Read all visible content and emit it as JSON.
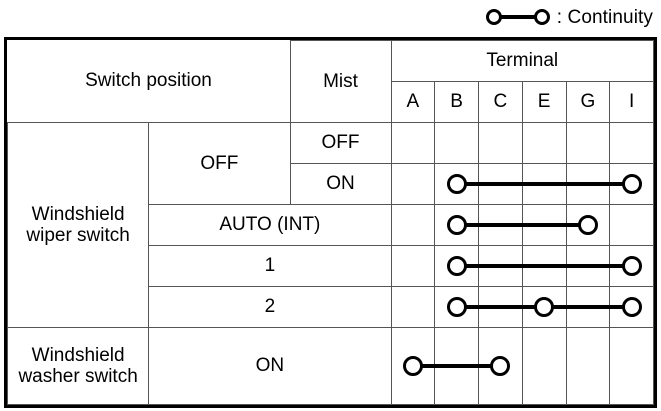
{
  "legend": {
    "symbol_left_icon": "open-circle-icon",
    "symbol_connector_icon": "continuity-line-icon",
    "symbol_right_icon": "open-circle-icon",
    "label": ": Continuity"
  },
  "table": {
    "headers": {
      "switch_position": "Switch position",
      "mist": "Mist",
      "terminal": "Terminal"
    },
    "terminals": [
      "A",
      "B",
      "C",
      "E",
      "G",
      "I"
    ],
    "groups": [
      {
        "name": "Windshield\nwiper switch",
        "name_line1": "Windshield",
        "name_line2": "wiper switch",
        "rows": [
          {
            "position": "OFF",
            "mist": "OFF",
            "continuity": []
          },
          {
            "position": "OFF",
            "mist": "ON",
            "continuity": [
              "B",
              "I"
            ]
          },
          {
            "position": "AUTO (INT)",
            "mist": "",
            "continuity": [
              "B",
              "G"
            ]
          },
          {
            "position": "1",
            "mist": "",
            "continuity": [
              "B",
              "I"
            ]
          },
          {
            "position": "2",
            "mist": "",
            "continuity": [
              "B",
              "E",
              "I"
            ]
          }
        ]
      },
      {
        "name": "Windshield\nwasher switch",
        "name_line1": "Windshield",
        "name_line2": "washer switch",
        "rows": [
          {
            "position": "ON",
            "mist": "",
            "continuity": [
              "A",
              "C"
            ]
          }
        ]
      }
    ]
  },
  "colors": {
    "ink": "#000000",
    "grid": "#555555",
    "background": "#ffffff"
  }
}
